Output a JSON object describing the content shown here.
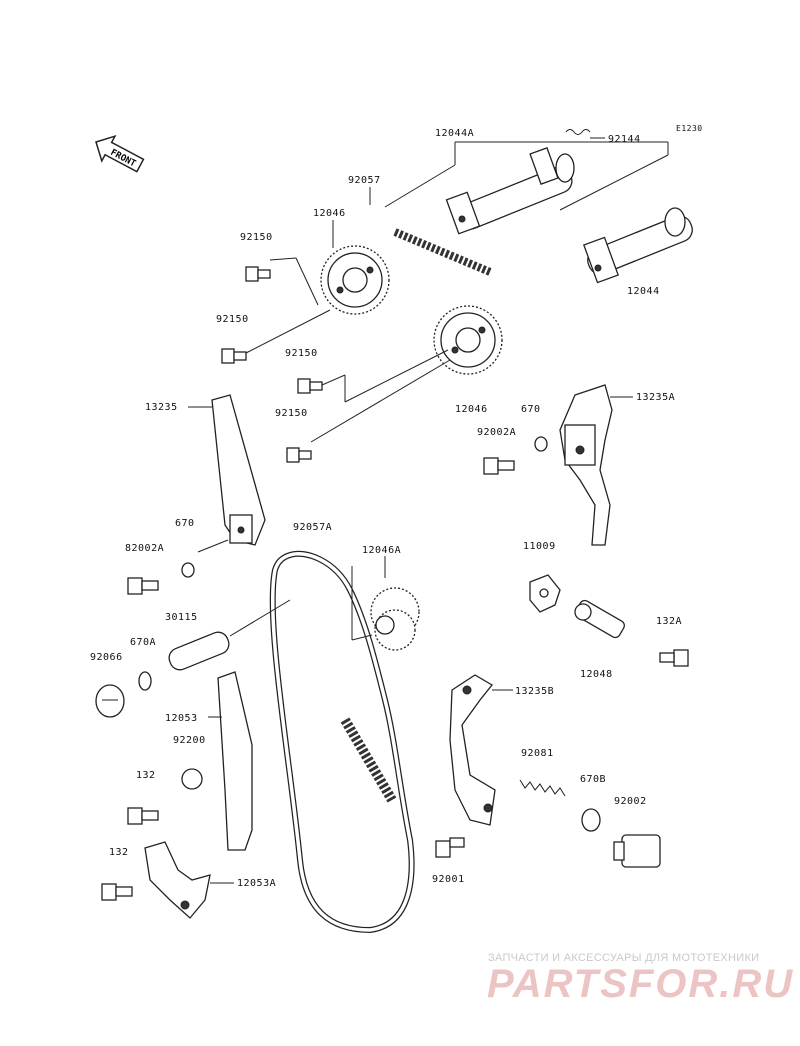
{
  "diagram": {
    "code": "E1230",
    "front_label": "FRONT",
    "labels": {
      "p12044A": "12044A",
      "p92144": "92144",
      "p92057": "92057",
      "p12046_top": "12046",
      "p92150_a": "92150",
      "p92150_b": "92150",
      "p92150_c": "92150",
      "p92150_d": "92150",
      "p12044": "12044",
      "p13235": "13235",
      "p12046_mid": "12046",
      "p670_a": "670",
      "p13235A": "13235A",
      "p92002A_right": "92002A",
      "p670_b": "670",
      "p92057A": "92057A",
      "p12046A": "12046A",
      "p82002A": "82002A",
      "p11009": "11009",
      "p30115": "30115",
      "p670A": "670A",
      "p92066": "92066",
      "p132A": "132A",
      "p12048": "12048",
      "p12053": "12053",
      "p13235B": "13235B",
      "p92200": "92200",
      "p92081": "92081",
      "p132_a": "132",
      "p670B": "670B",
      "p92002": "92002",
      "p132_b": "132",
      "p92001": "92001",
      "p12053A": "12053A"
    }
  },
  "watermark": {
    "tagline": "ЗАПЧАСТИ И АКСЕССУАРЫ ДЛЯ МОТОТЕХНИКИ",
    "logo": "PARTSFOR.RU",
    "color": "#e8b8b8"
  }
}
